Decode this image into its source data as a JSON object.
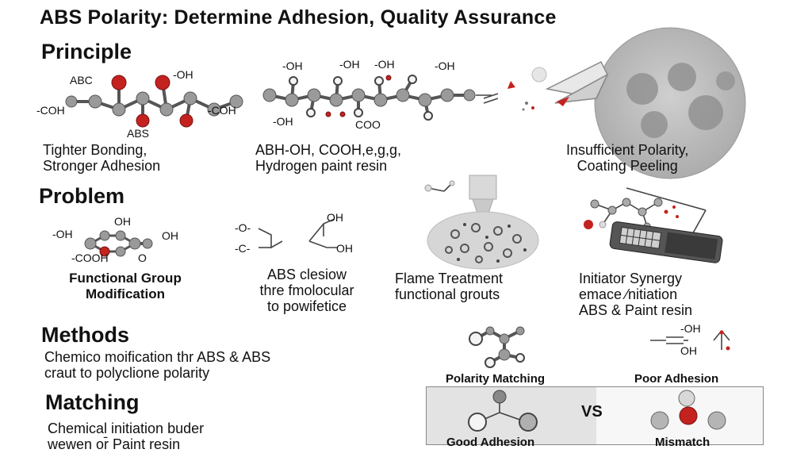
{
  "title": "ABS Polarity: Determine Adhesion, Quality Assurance",
  "sections": {
    "principle": "Principle",
    "problem": "Problem",
    "methods": "Methods",
    "matching": "Matching"
  },
  "principle": {
    "mol1": {
      "labels": [
        "ABC",
        "-OH",
        "-COH",
        "-COH",
        "ABS"
      ],
      "caption": [
        "Tighter Bonding,",
        "Stronger Adhesion"
      ]
    },
    "mol2": {
      "labels": [
        "-OH",
        "-OH",
        "-OH",
        "-OH",
        "COO",
        "-OH"
      ],
      "caption": [
        "ABH-OH, COOH,e,g,g,",
        "Hydrogen paint resin"
      ]
    },
    "mol3": {
      "caption": [
        "Insufficient Polarity,",
        "Coating Peeling"
      ]
    }
  },
  "problem": {
    "item1": {
      "labels": [
        "OH",
        "-OH",
        "OH",
        "-COOH",
        "O"
      ],
      "caption": [
        "Functional Group",
        "Modification"
      ]
    },
    "item2": {
      "labels": [
        "-O-",
        "OH",
        "-C-",
        "OH"
      ],
      "caption": [
        "ABS clesiow",
        "thre fmolocular",
        "to powifetice"
      ]
    },
    "item3": {
      "caption": [
        "Flame Treatment",
        "functional grouts"
      ]
    },
    "item4": {
      "caption": [
        "Initiator Synergy",
        "emace ⁄nitiation",
        "ABS & Paint resin"
      ]
    }
  },
  "methods": {
    "text": [
      "Chemico moification thr ABS & ABS",
      "craut to polyclione polarity"
    ],
    "label_left": "Polarity Matching",
    "label_right": "Poor Adhesion",
    "mol_labels": [
      "-OH",
      "OH"
    ]
  },
  "matching": {
    "text": [
      "Chemical initiation buder",
      "wewen or̄ Paint resin"
    ],
    "vs": "VS",
    "label_left": "Good Adhesion",
    "label_right": "Mismatch"
  }
}
